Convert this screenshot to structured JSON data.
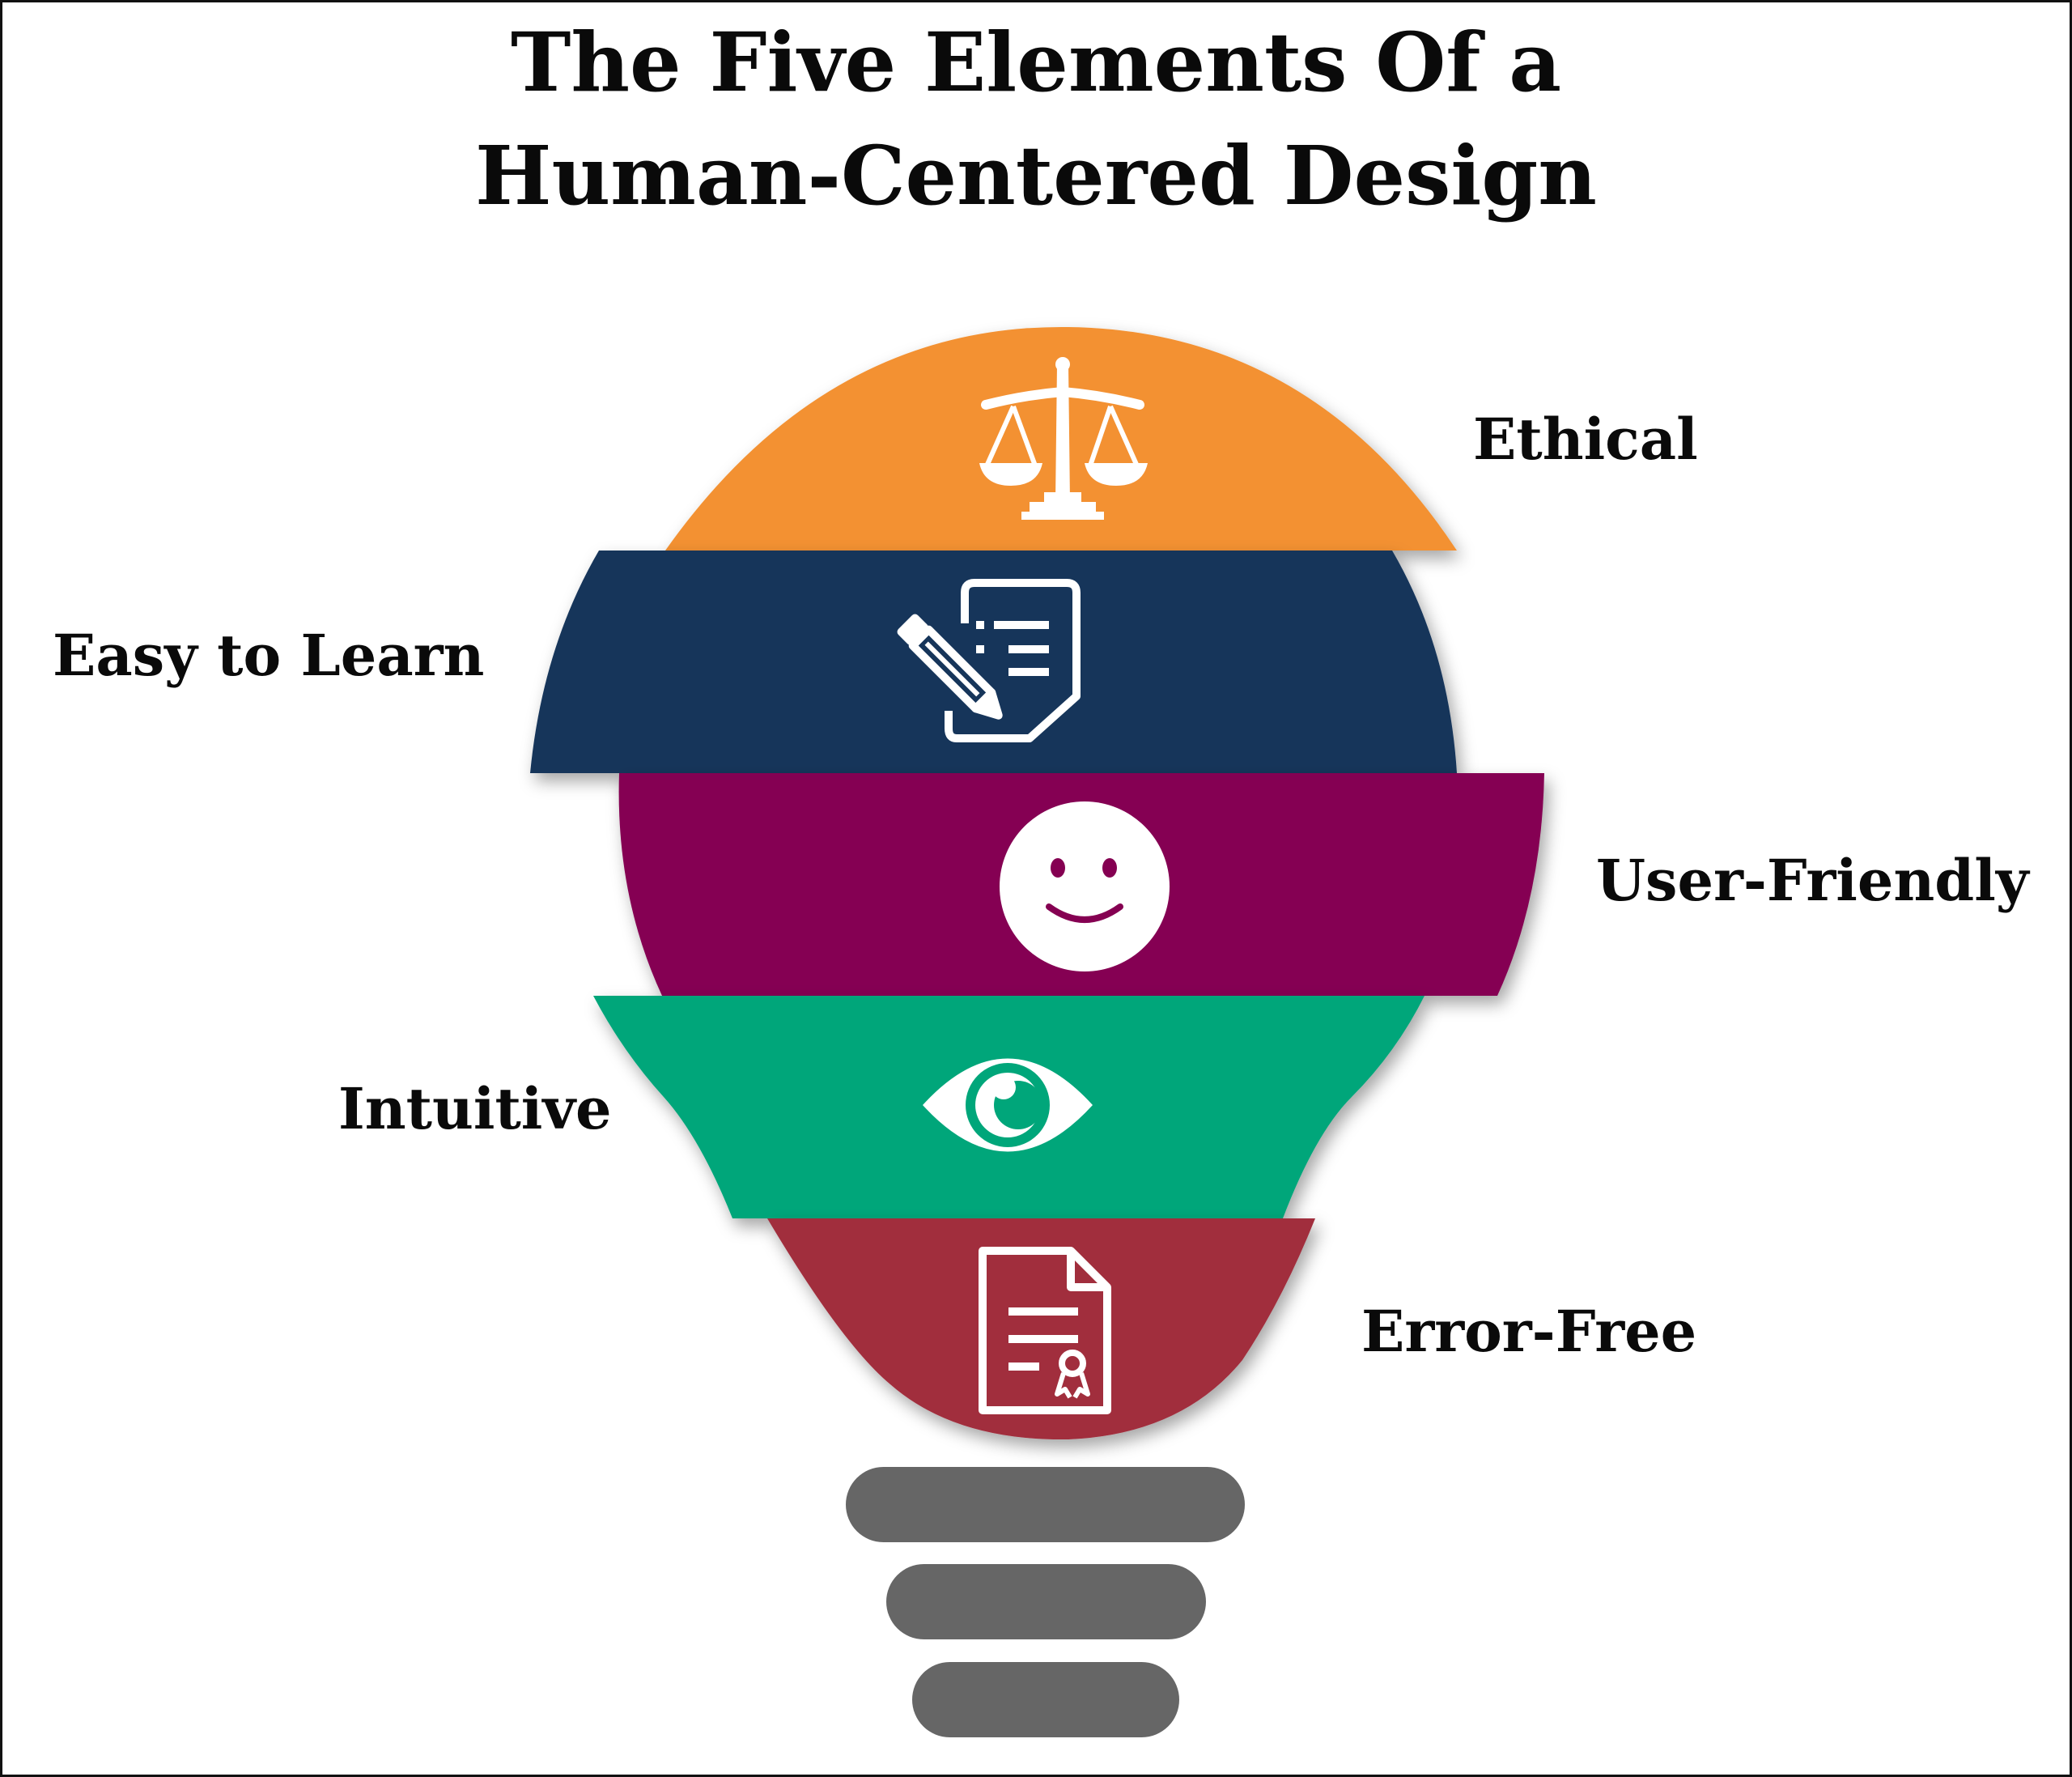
{
  "title": {
    "line1": "The Five Elements Of a",
    "line2": "Human-Centered Design"
  },
  "elements": [
    {
      "label": "Ethical",
      "color": "#f39130",
      "icon": "scales-of-justice-icon"
    },
    {
      "label": "Easy to Learn",
      "color": "#14345a",
      "icon": "document-pencil-icon"
    },
    {
      "label": "User-Friendly",
      "color": "#850052",
      "icon": "smiley-face-icon"
    },
    {
      "label": "Intuitive",
      "color": "#00a67a",
      "icon": "eye-icon"
    },
    {
      "label": "Error-Free",
      "color": "#a12d3c",
      "icon": "certificate-document-icon"
    }
  ],
  "base": {
    "color": "#666666",
    "icon": "bulb-base-icon"
  }
}
